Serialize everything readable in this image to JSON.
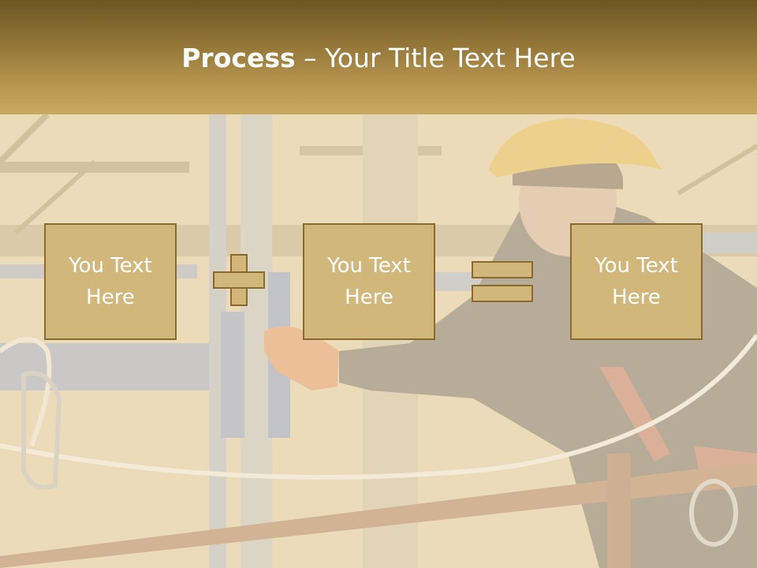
{
  "slide": {
    "title_bold": "Process",
    "title_rest": " – Your Title Text Here"
  },
  "steps": [
    {
      "text_line1": "You Text",
      "text_line2": "Here"
    },
    {
      "text_line1": "You Text",
      "text_line2": "Here"
    },
    {
      "text_line1": "You Text",
      "text_line2": "Here"
    }
  ],
  "operators": [
    "plus-icon",
    "equals-icon"
  ],
  "colors": {
    "title_band_top": "#6e5522",
    "title_band_bottom": "#c9a862",
    "box_fill": "#d2b77a",
    "box_border": "#8a6a2e",
    "text": "#ffffff"
  }
}
